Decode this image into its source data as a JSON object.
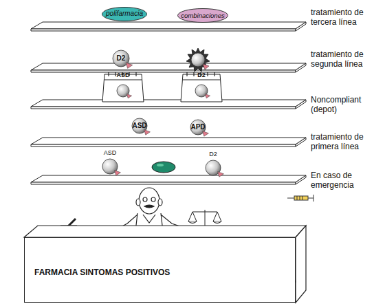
{
  "diagram": {
    "nodes": [
      {
        "text": [
          "polifarmacia"
        ]
      },
      {
        "text": [
          "combinaciones"
        ]
      },
      {
        "text": [
          "D2"
        ]
      },
      {
        "text": [
          "ASD"
        ]
      },
      {
        "text": [
          "D2"
        ]
      },
      {
        "text": [
          "ASD"
        ]
      },
      {
        "text": [
          "APD"
        ]
      },
      {
        "text": [
          "ASD"
        ]
      },
      {
        "text": [
          "D2"
        ]
      },
      {
        "text": [
          "FARMACIA SINTOMAS POSITIVOS"
        ]
      }
    ],
    "labels": [
      "tratamiento de tercera línea",
      "tratamiento de segunda línea",
      "Noncompliant (depot)",
      "tratamiento de primera línea",
      "En caso de emergencia"
    ]
  }
}
